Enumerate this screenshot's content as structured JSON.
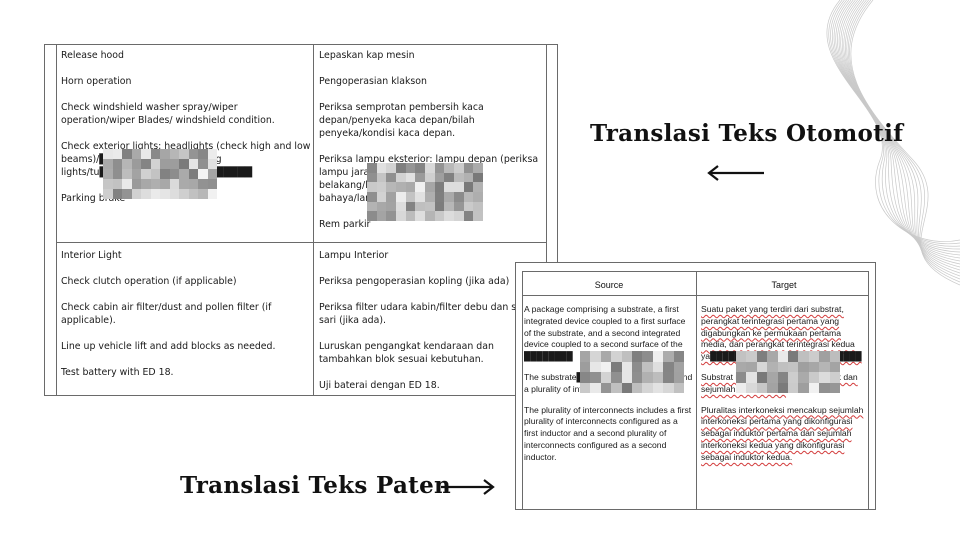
{
  "captions": {
    "automotive": "Translasi Teks Otomotif",
    "patent": "Translasi Teks Paten"
  },
  "icons": {
    "automotive_arrow": "arrow-left-icon",
    "patent_arrow": "arrow-right-icon"
  },
  "automotive_table": {
    "rows": [
      {
        "source": [
          "Release hood",
          "Horn operation",
          "Check windshield washer spray/wiper operation/wiper Blades/ windshield condition.",
          "Check exterior lights: headlights (check high and low beams)/██████████rd warning lights/tu████████ signals/e███████",
          "Parking brake"
        ],
        "target": [
          "Lepaskan kap mesin",
          "Pengoperasian klakson",
          "Periksa semprotan pembersih kaca depan/penyeka kaca depan/bilah penyeka/kondisi kaca depan.",
          "Periksa lampu eksterior: lampu depan (periksa lampu jara████████████ampu belakang/l████████████an bahaya/lan█████",
          "Rem parkir"
        ]
      },
      {
        "source": [
          "Interior Light",
          "Check clutch operation (if applicable)",
          "Check cabin air filter/dust and pollen filter (if applicable).",
          "Line up vehicle lift and add blocks as needed.",
          "Test battery with ED 18."
        ],
        "target": [
          "Lampu Interior",
          "Periksa pengoperasian kopling (jika ada)",
          "Periksa filter udara kabin/filter debu dan serbuk sari (jika ada).",
          "Luruskan pengangkat kendaraan dan tambahkan blok sesuai kebutuhan.",
          "Uji baterai dengan ED 18."
        ]
      }
    ]
  },
  "patent_table": {
    "headers": [
      "Source",
      "Target"
    ],
    "source": [
      "A package comprising a substrate, a first integrated device coupled to a first surface of the substrate, and a second integrated device coupled to a second surface of the ████████",
      "The substrate███████████████er and a plurality of interconnects.",
      "The plurality of interconnects includes a first plurality of interconnects configured as a first inductor and a second plurality of interconnects configured as a second inductor."
    ],
    "target": [
      "Suatu paket yang terdiri dari substrat, perangkat terintegrasi pertama yang digabungkan ke permukaan pertama media, dan perangkat terintegrasi kedua ya███████████ permuka████████",
      "Substrat mencakup lapisan dielektrik dan sejumlah interkoneksi.",
      "Pluralitas interkoneksi mencakup sejumlah interkoneksi pertama yang dikonfigurasi sebagai induktor pertama dan sejumlah interkoneksi kedua yang dikonfigurasi sebagai induktor kedua."
    ]
  }
}
